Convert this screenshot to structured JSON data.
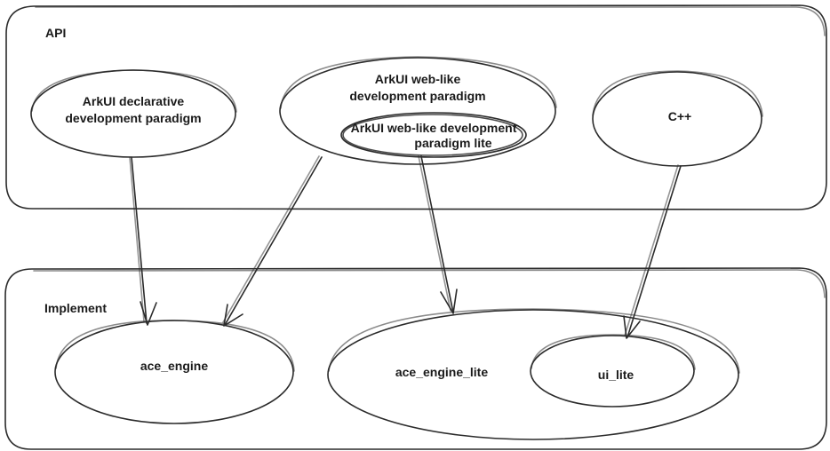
{
  "groups": {
    "api": {
      "label": "API"
    },
    "implement": {
      "label": "Implement"
    }
  },
  "nodes": {
    "arkui_declarative": {
      "line1": "ArkUI declarative",
      "line2": "development paradigm"
    },
    "arkui_web_like": {
      "line1": "ArkUI web-like",
      "line2": "development paradigm"
    },
    "arkui_web_like_lite": {
      "line1": "ArkUI web-like development",
      "line2": "paradigm lite"
    },
    "cpp": {
      "label": "C++"
    },
    "ace_engine": {
      "label": "ace_engine"
    },
    "ace_engine_lite": {
      "label": "ace_engine_lite"
    },
    "ui_lite": {
      "label": "ui_lite"
    }
  },
  "edges": [
    {
      "from": "ArkUI declarative development paradigm",
      "to": "ace_engine"
    },
    {
      "from": "ArkUI web-like development paradigm",
      "to": "ace_engine"
    },
    {
      "from": "ArkUI web-like development paradigm lite",
      "to": "ace_engine_lite"
    },
    {
      "from": "C++",
      "to": "ui_lite"
    }
  ],
  "colors": {
    "stroke": "#2b2b2b",
    "text": "#1a1a1a",
    "background": "#ffffff"
  }
}
